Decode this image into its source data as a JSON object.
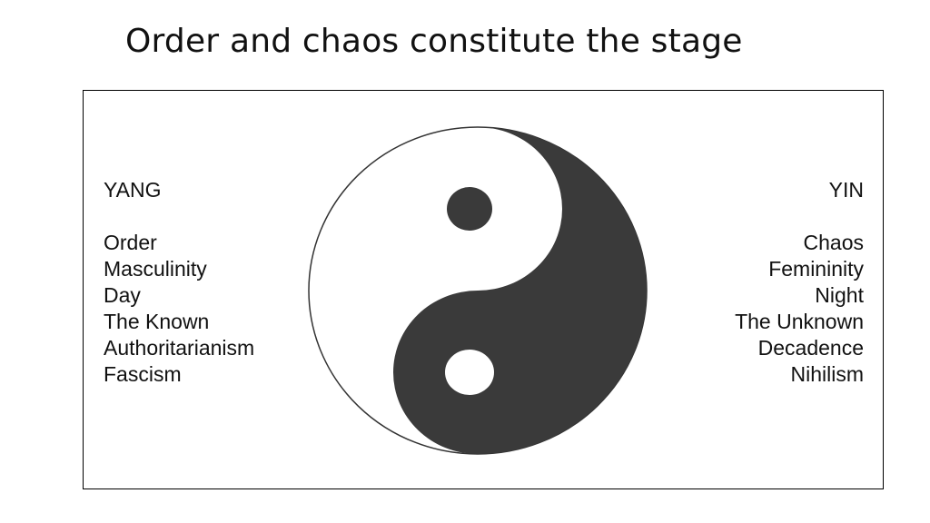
{
  "title": "Order and chaos constitute the stage",
  "yang": {
    "heading": "YANG",
    "items": [
      "Order",
      "Masculinity",
      "Day",
      "The Known",
      "Authoritarianism",
      "Fascism"
    ]
  },
  "yin": {
    "heading": "YIN",
    "items": [
      "Chaos",
      "Femininity",
      "Night",
      "The Unknown",
      "Decadence",
      "Nihilism"
    ]
  },
  "symbol": {
    "icon": "yin-yang-icon",
    "colors": {
      "dark": "#3a3a3a",
      "light": "#ffffff",
      "outline": "#333333"
    }
  }
}
